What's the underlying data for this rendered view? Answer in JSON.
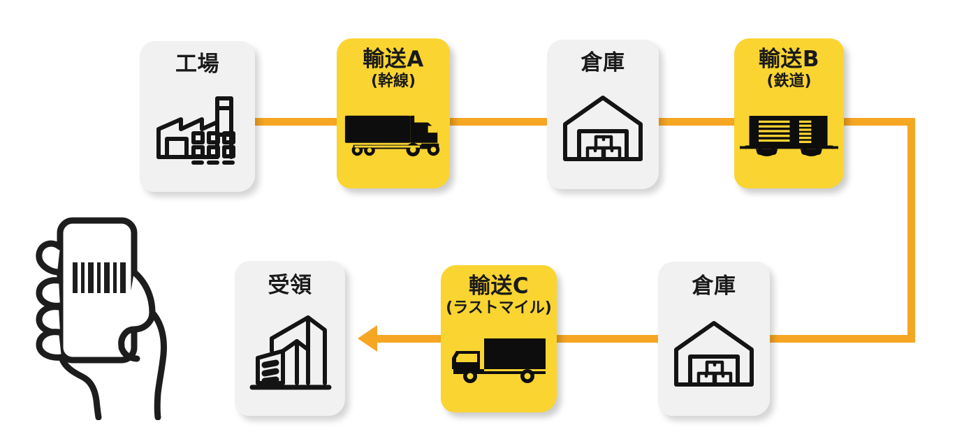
{
  "diagram": {
    "title": "supply-chain-flow",
    "accent_yellow": "#FAD431",
    "connector_orange": "#F5A623",
    "card_gray": "#F1F1F1",
    "ink": "#1a1a1a"
  },
  "nodes": [
    {
      "id": "factory",
      "label": "工場",
      "sublabel": "",
      "kind": "facility",
      "icon": "factory-icon",
      "style": "gray",
      "row": 1,
      "order": 1
    },
    {
      "id": "transport-a",
      "label": "輸送A",
      "sublabel": "(幹線)",
      "kind": "transport",
      "icon": "semi-truck-icon",
      "style": "yellow",
      "row": 1,
      "order": 2
    },
    {
      "id": "warehouse-1",
      "label": "倉庫",
      "sublabel": "",
      "kind": "facility",
      "icon": "warehouse-icon",
      "style": "gray",
      "row": 1,
      "order": 3
    },
    {
      "id": "transport-b",
      "label": "輸送B",
      "sublabel": "(鉄道)",
      "kind": "transport",
      "icon": "freight-railcar-icon",
      "style": "yellow",
      "row": 1,
      "order": 4
    },
    {
      "id": "warehouse-2",
      "label": "倉庫",
      "sublabel": "",
      "kind": "facility",
      "icon": "warehouse-icon",
      "style": "gray",
      "row": 2,
      "order": 1
    },
    {
      "id": "transport-c",
      "label": "輸送C",
      "sublabel": "(ラストマイル)",
      "kind": "transport",
      "icon": "delivery-truck-icon",
      "style": "yellow",
      "row": 2,
      "order": 2
    },
    {
      "id": "receipt",
      "label": "受領",
      "sublabel": "",
      "kind": "facility",
      "icon": "office-buildings-icon",
      "style": "gray",
      "row": 2,
      "order": 3
    }
  ],
  "aside": {
    "icon": "hand-holding-phone-barcode-icon",
    "description": "barcode-scan"
  },
  "flow": {
    "direction": "factory → 輸送A → 倉庫 → 輸送B → 倉庫 → 輸送C → 受領",
    "arrow_target": "receipt"
  }
}
